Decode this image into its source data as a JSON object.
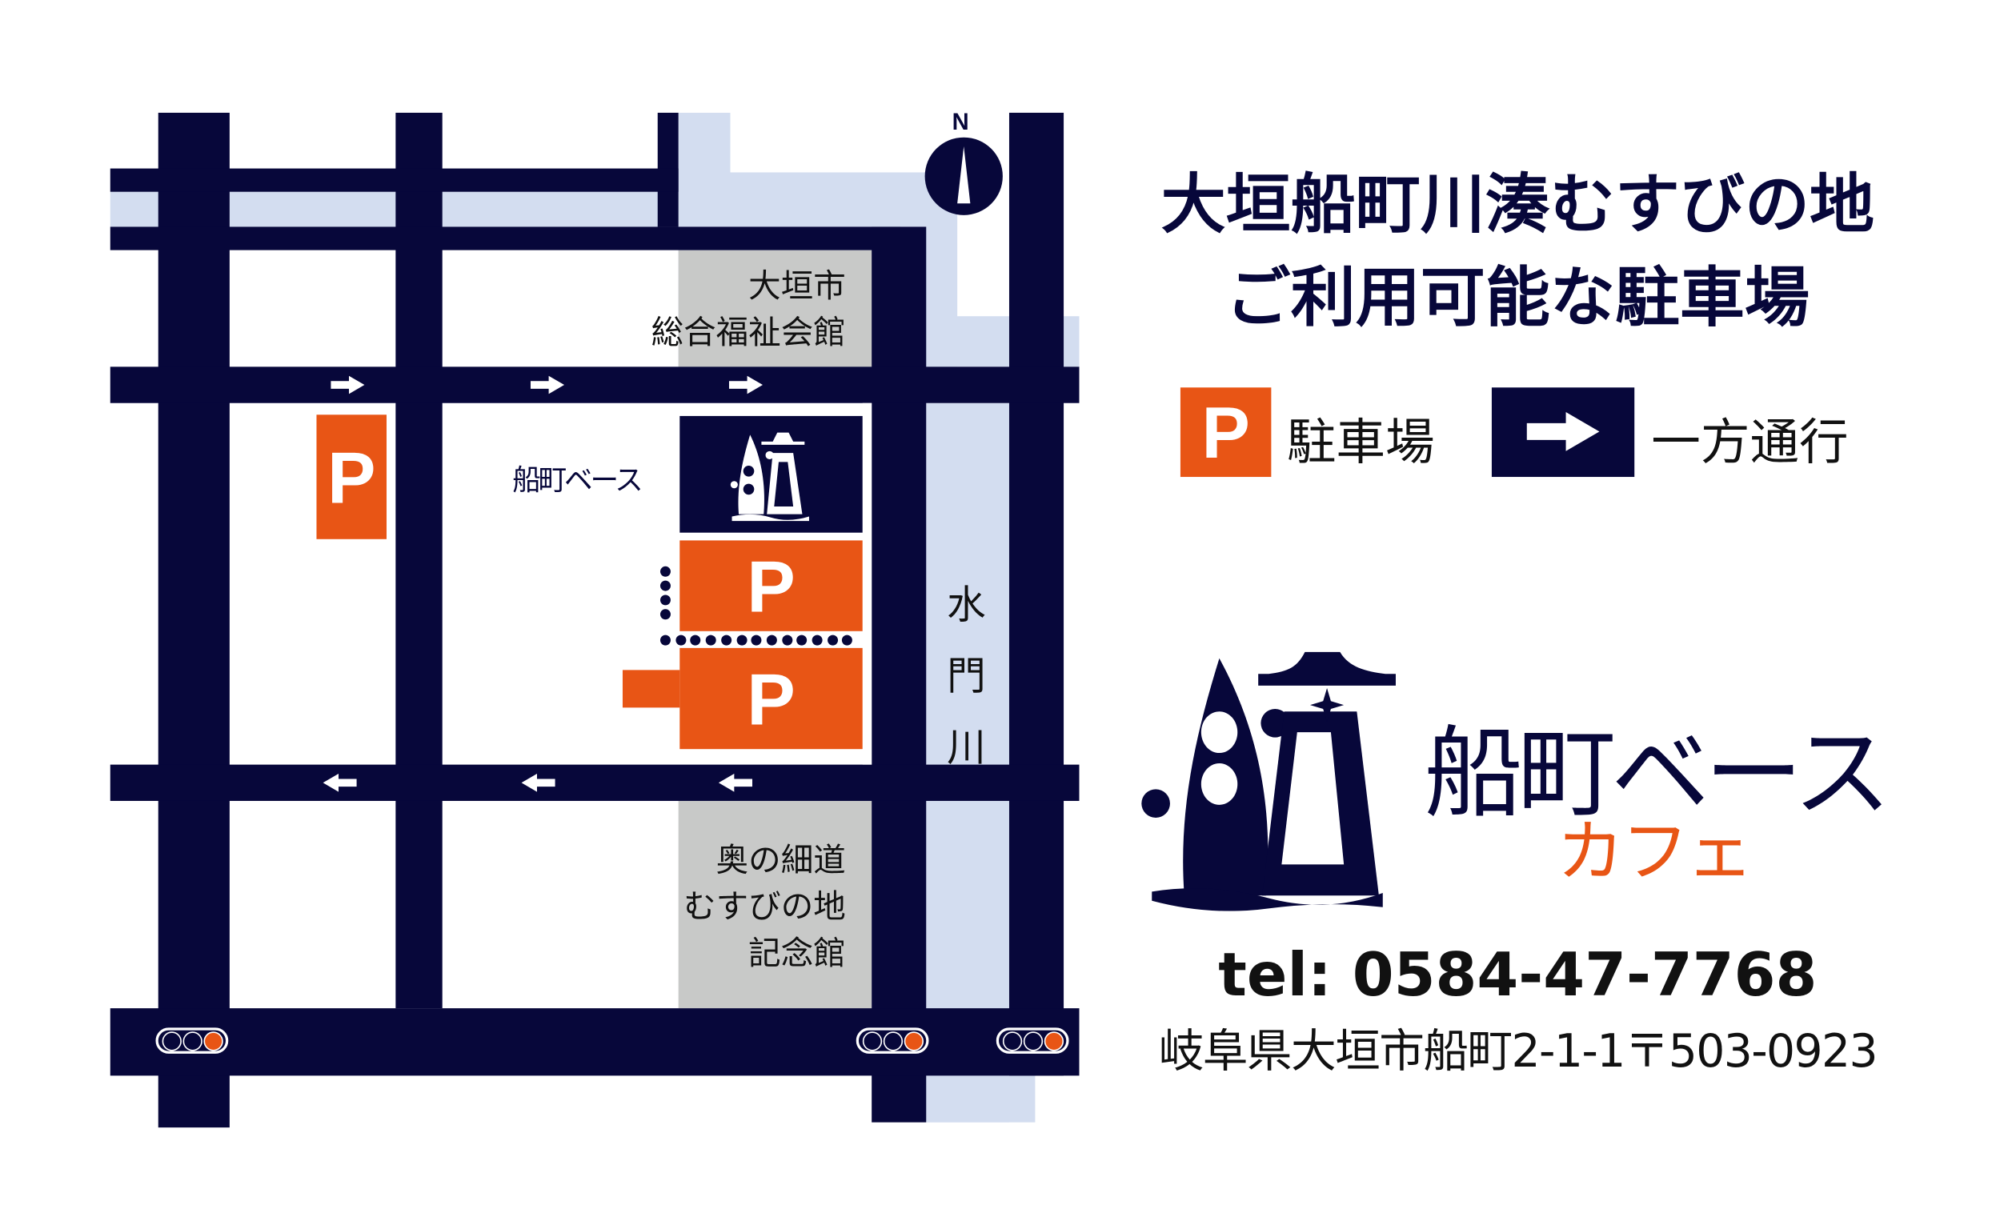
{
  "title": {
    "line1": "大垣船町川湊むすびの地",
    "line2": "ご利用可能な駐車場"
  },
  "legend": {
    "parking_symbol": "P",
    "parking_label": "駐車場",
    "oneway_label": "一方通行"
  },
  "map": {
    "north_label": "N",
    "building_1": {
      "line1": "大垣市",
      "line2": "総合福祉会館"
    },
    "building_2": {
      "line1": "奥の細道",
      "line2": "むすびの地",
      "line3": "記念館"
    },
    "shop_label": "船町ベース",
    "river_label": [
      "水",
      "門",
      "川"
    ],
    "parking_labels": [
      "P",
      "P",
      "P"
    ],
    "colors": {
      "road": "#07073a",
      "river": "#d3ddf0",
      "parking": "#e85515",
      "building": "#c8c9c8"
    }
  },
  "logo": {
    "name": "船町ベース",
    "sub": "カフェ"
  },
  "contact": {
    "tel": "tel: 0584-47-7768",
    "address": "岐阜県大垣市船町2-1-1〒503-0923"
  }
}
